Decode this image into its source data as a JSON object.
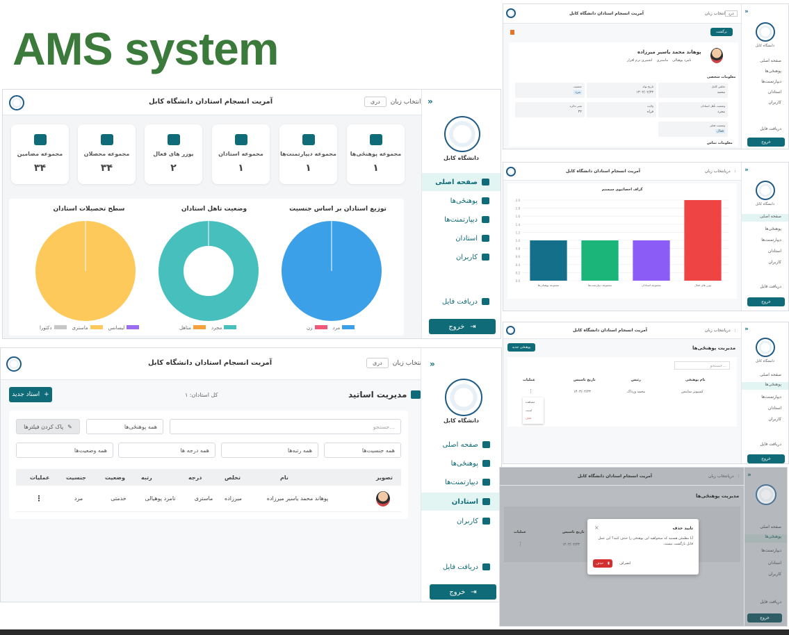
{
  "heading": "AMS system",
  "common": {
    "app_title": "آمریت انسجام استادان دانشگاه کابل",
    "lang_label": "انتخاب زبان :",
    "lang_value": "دری",
    "university": "دانشگاه کابل",
    "logout": "خروج",
    "nav": {
      "home": "صفحه اصلی",
      "faculties": "پوهنځی‌ها",
      "departments": "دیپارتمنت‌ها",
      "teachers": "استادان",
      "users": "کاربران",
      "receive_file": "دریافت فایل"
    }
  },
  "dashboard": {
    "stats": [
      {
        "label": "مجموعه پوهنځی‌ها",
        "value": "۱",
        "icon": "university-icon"
      },
      {
        "label": "مجموعه دیپارتمنت‌ها",
        "value": "۱",
        "icon": "layers-icon"
      },
      {
        "label": "مجموعه استادان",
        "value": "۱",
        "icon": "chalkboard-icon"
      },
      {
        "label": "یوزر های فعال",
        "value": "۲",
        "icon": "users-icon"
      },
      {
        "label": "مجموعه محصلان",
        "value": "۳۴",
        "icon": "graduation-cap-icon"
      },
      {
        "label": "مجموعه مضامین",
        "value": "۳۴",
        "icon": "book-icon"
      }
    ],
    "charts": {
      "gender": {
        "title": "توزیع استادان بر اساس جنسیت",
        "legend": [
          "مرد",
          "زن"
        ]
      },
      "marital": {
        "title": "وضعیت تاهل استادان",
        "legend": [
          "مجرد",
          "متاهل"
        ]
      },
      "education": {
        "title": "سطح تحصیلات استادان",
        "legend": [
          "لیسانس",
          "ماستری",
          "دکتورا"
        ]
      }
    }
  },
  "teachers": {
    "title": "مدیریت اساتید",
    "total": "کل استادان: ۱",
    "new_button": "استاد جدید",
    "search_placeholder": "جستجو...",
    "filter_faculty": "همه پوهنځی‌ها",
    "clear_filters": "پاک کردن فیلترها",
    "filter_gender": "همه جنسیت‌ها",
    "filter_rank": "همه رتبه‌ها",
    "filter_degree": "همه درجه ها",
    "filter_status": "همه وضعیت‌ها",
    "columns": [
      "تصویر",
      "نام",
      "تخلص",
      "درجه",
      "رتبه",
      "وضعیت",
      "جنسیت",
      "عملیات"
    ],
    "row": {
      "name": "پوهاند محمد یاسیر میرزاده",
      "surname": "میرزاده",
      "degree": "ماستری",
      "rank": "نامزد پوهیالی",
      "status": "خدمتی",
      "gender": "مرد",
      "actions": "⋮"
    }
  },
  "profile": {
    "back": "برگشت",
    "name": "پوهاند محمد یاسیر میرزاده",
    "sub1": "نامزد پوهیالی",
    "sub2": "ماستری",
    "sub3": "انجنیری نرم افزار",
    "section_personal": "معلومات شخصی",
    "section_contact": "معلومات تماس",
    "field1_label": "تخلص کامل",
    "field1_value": "محمد",
    "field2_label": "تاریخ تولد",
    "field2_value": "۱۳۰۲/۰۲/۲۳",
    "field3_label": "جنسیت",
    "field3_value": "مرد",
    "field4_label": "وضعیت تأهل استادان",
    "field4_value": "مجرد",
    "field5_label": "ولایت",
    "field5_value": "فراه",
    "field6_label": "نمبر تذکره",
    "field6_value": "۳۲",
    "field7_label": "وضعیت فعلی",
    "field7_value": "فعال"
  },
  "bar_panel": {
    "chart_title": "گراف احصائیوی سیستم"
  },
  "chart_data": {
    "type": "bar",
    "categories": [
      "مجموعه پوهنځی‌ها",
      "مجموعه دیپارتمنت‌ها",
      "مجموعه استادان",
      "یوزر های فعال"
    ],
    "values": [
      1,
      1,
      1,
      2
    ],
    "colors": [
      "#136f8a",
      "#1bb57a",
      "#8b5cf6",
      "#ef4444"
    ],
    "ylim": [
      0,
      2
    ],
    "grid": true
  },
  "faculty_panel": {
    "title": "مدیریت پوهنځی‌ها",
    "new_button": "پوهنځی جدید",
    "search_placeholder": "جستجو...",
    "columns": [
      "نام پوهنځی",
      "رئیس",
      "تاریخ تاسیس",
      "عملیات"
    ],
    "row": {
      "name": "کمپیوتر ساینس",
      "head": "محمد ورداک",
      "date": "۱۴۰۳/۰۲/۲۳",
      "actions": "⋮"
    },
    "menu": [
      "مشاهده",
      "ایدیت",
      "حذف"
    ]
  },
  "modal": {
    "title": "تایید حذف",
    "message": "آیا مطمئن هستید که میخواهید این پوهنځی را حذف کنید؟ این عمل قابل بازگشت نیست.",
    "delete": "حذف",
    "cancel": "انصراف"
  }
}
